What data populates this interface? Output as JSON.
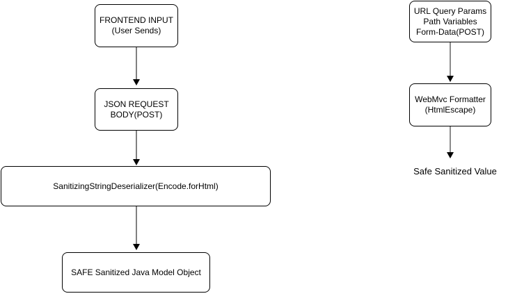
{
  "colors": {
    "background": "#ffffff",
    "node_fill": "#ffffff",
    "node_border": "#000000",
    "text": "#000000",
    "left_arrow": "#000000",
    "right_arrow_shaft": "#8a8a8a",
    "arrow_head": "#000000"
  },
  "flows": [
    {
      "name": "json-request-body-flow",
      "nodes": [
        {
          "label": "FRONTEND INPUT\n(User Sends)"
        },
        {
          "label": "JSON REQUEST\nBODY(POST)"
        },
        {
          "label": "SanitizingStringDeserializer(Encode.forHtml)"
        },
        {
          "label": "SAFE Sanitized Java Model Object"
        }
      ]
    },
    {
      "name": "url-params-flow",
      "nodes": [
        {
          "label": "URL Query Params\nPath Variables\nForm-Data(POST)"
        },
        {
          "label": "WebMvc Formatter\n(HtmlEscape)"
        },
        {
          "label": "Safe Sanitized Value"
        }
      ]
    }
  ]
}
